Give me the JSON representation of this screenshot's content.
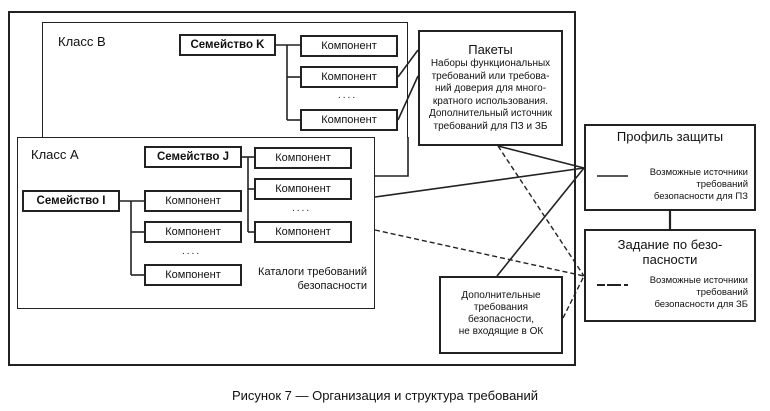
{
  "class_b": {
    "label": "Класс В",
    "family": "Семейство K",
    "components": [
      "Компонент",
      "Компонент",
      "Компонент"
    ],
    "ellipsis": "...."
  },
  "class_a": {
    "label": "Класс А",
    "family_j": {
      "label": "Семейство J",
      "components": [
        "Компонент",
        "Компонент",
        "Компонент"
      ],
      "ellipsis": "...."
    },
    "family_i": {
      "label": "Семейство I",
      "components": [
        "Компонент",
        "Компонент",
        "Компонент"
      ],
      "ellipsis": "...."
    },
    "catalog_label_line1": "Каталоги требований",
    "catalog_label_line2": "безопасности"
  },
  "packages": {
    "title": "Пакеты",
    "lines": [
      "Наборы функциональных",
      "требований или требова-",
      "ний доверия для много-",
      "кратного использования.",
      "Дополнительный источник",
      "требований для ПЗ и ЗБ"
    ]
  },
  "additional": {
    "lines": [
      "Дополнительные",
      "требования",
      "безопасности,",
      "не входящие в ОК"
    ]
  },
  "protection_profile": {
    "title": "Профиль защиты",
    "legend_lines": [
      "Возможные источники",
      "требований",
      "безопасности для ПЗ"
    ],
    "legend_style": "solid"
  },
  "security_target": {
    "title_line1": "Задание по безо-",
    "title_line2": "пасности",
    "legend_lines": [
      "Возможные источники",
      "требований",
      "безопасности для ЗБ"
    ],
    "legend_style": "dashed"
  },
  "caption": "Рисунок 7 — Организация и структура требований"
}
